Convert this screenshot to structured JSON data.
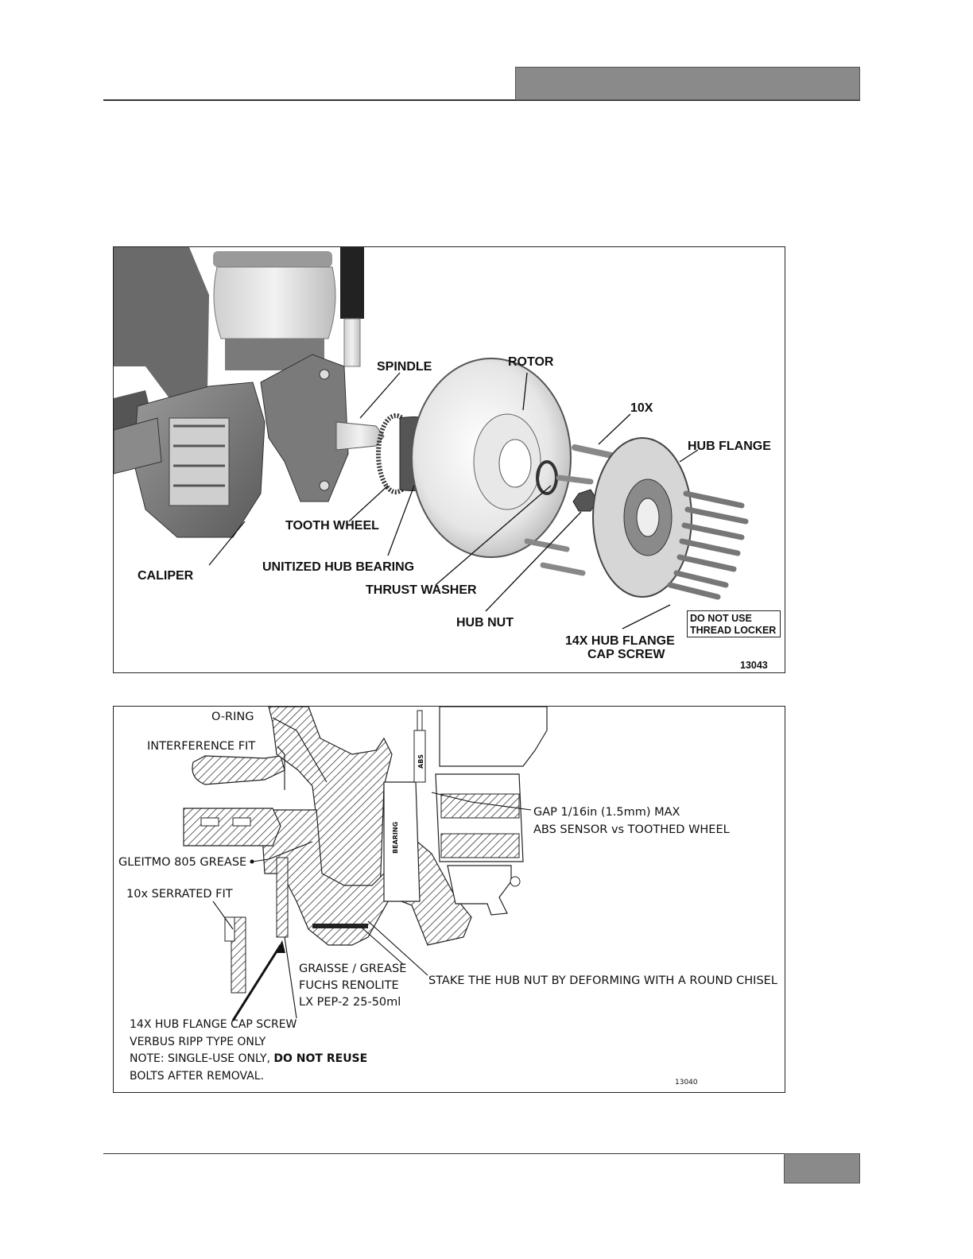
{
  "figure1": {
    "labels": {
      "spindle": "SPINDLE",
      "rotor": "ROTOR",
      "ten_x": "10X",
      "hub_flange": "HUB FLANGE",
      "tooth_wheel": "TOOTH WHEEL",
      "caliper": "CALIPER",
      "unitized_hub_bearing": "UNITIZED HUB BEARING",
      "thrust_washer": "THRUST WASHER",
      "hub_nut": "HUB NUT",
      "cap_screw_line1": "14X HUB FLANGE",
      "cap_screw_line2": "CAP SCREW"
    },
    "note": {
      "line1": "DO NOT USE",
      "line2": "THREAD LOCKER"
    },
    "figure_number": "13043"
  },
  "figure2": {
    "labels": {
      "o_ring": "O-RING",
      "interference_fit": "INTERFERENCE FIT",
      "gleitmo_grease": "GLEITMO 805 GREASE",
      "serrated_fit": "10x SERRATED FIT",
      "gap_line1": "GAP 1/16in (1.5mm) MAX",
      "gap_line2": "ABS SENSOR vs TOOTHED WHEEL",
      "grease_line1": "GRAISSE / GREASE",
      "grease_line2": "FUCHS RENOLITE",
      "grease_line3": "LX PEP-2 25-50ml",
      "stake_nut": "STAKE THE HUB NUT BY DEFORMING WITH A ROUND CHISEL",
      "bearing": "BEARING",
      "abs": "ABS"
    },
    "cap_screw_note": {
      "line1": "14X   HUB FLANGE CAP SCREW",
      "line2": "VERBUS RIPP TYPE ONLY",
      "line3_prefix": "NOTE: SINGLE-USE ONLY, ",
      "line3_bold": "DO NOT REUSE",
      "line4": "BOLTS AFTER REMOVAL."
    },
    "figure_number": "13040"
  }
}
